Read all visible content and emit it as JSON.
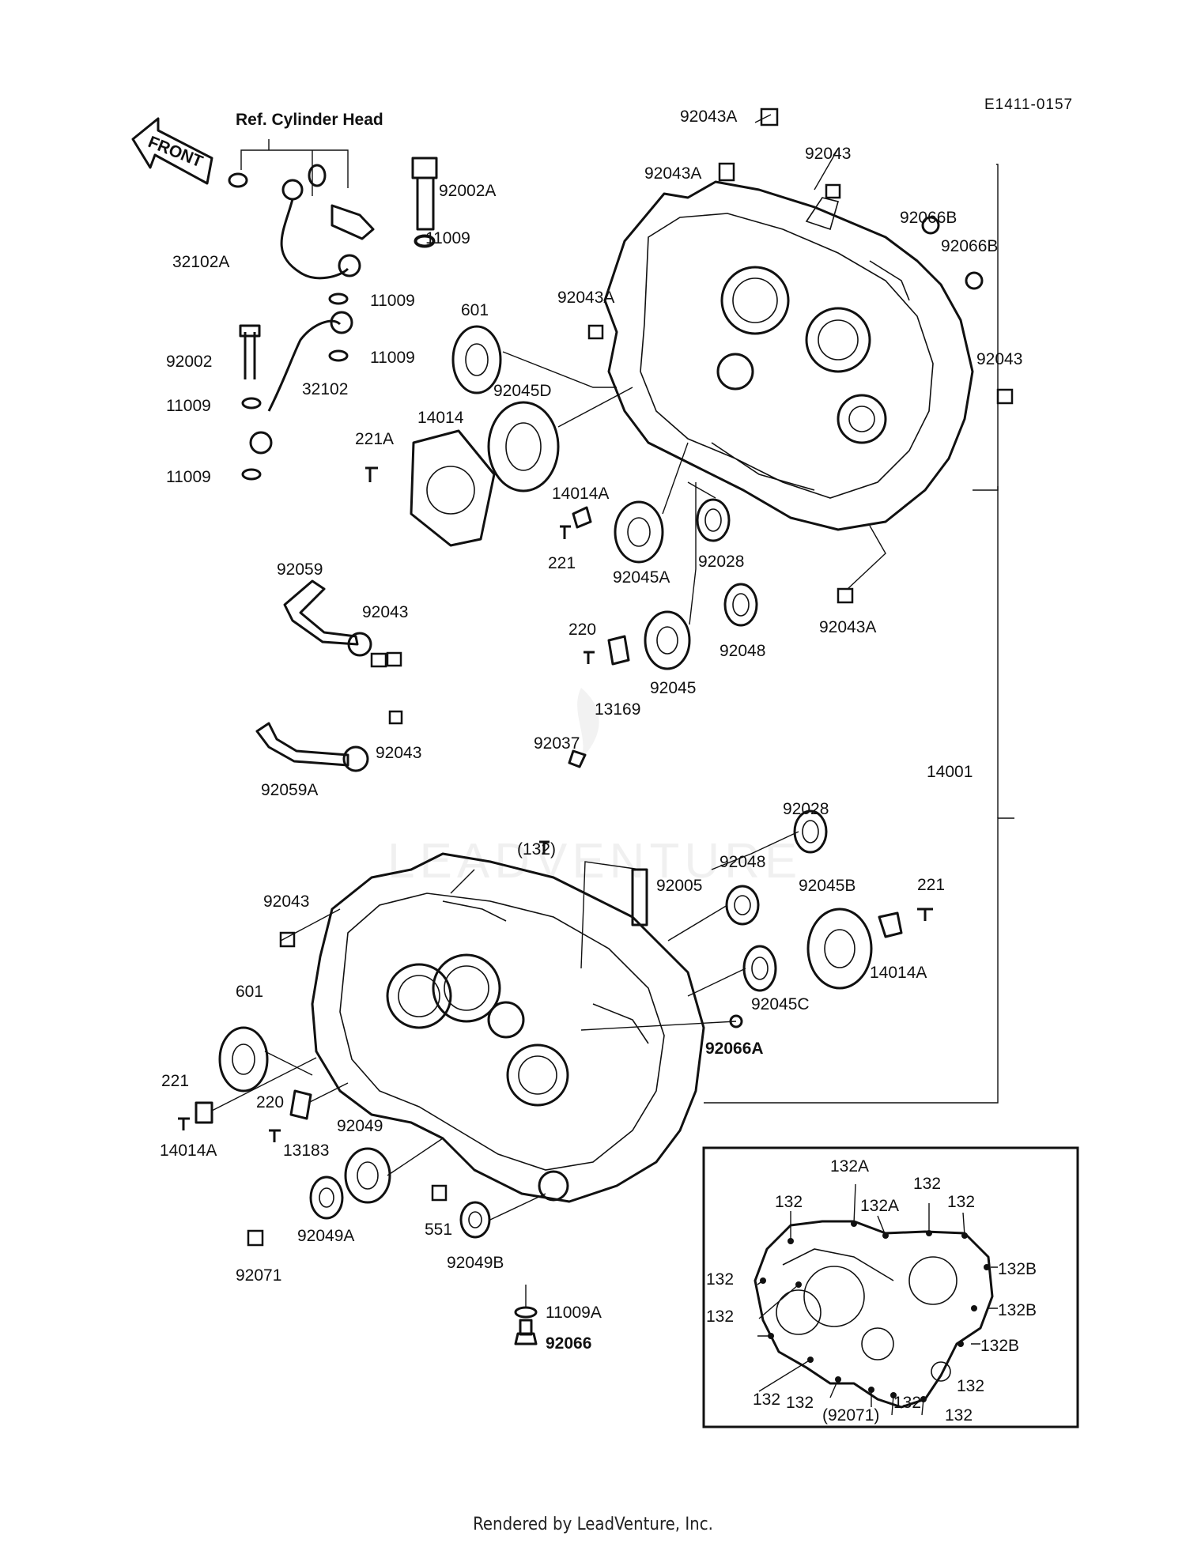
{
  "document_code": "E1411-0157",
  "ref_label": "Ref. Cylinder Head",
  "front_label": "FRONT",
  "footer": "Rendered by LeadVenture, Inc.",
  "watermark": "LEADVENTURE",
  "inset_labels": {
    "l132a_top": "132A",
    "l132_a": "132",
    "l132a_b": "132A",
    "l132_b": "132",
    "l132_c": "132",
    "l132_d": "132",
    "l132b_1": "132B",
    "l132_e": "132",
    "l132b_2": "132B",
    "l132_f": "132",
    "l132b_3": "132B",
    "l132_g": "132",
    "l132_h": "132",
    "l92071p": "(92071)",
    "l132_i": "132",
    "l132_j": "132"
  },
  "labels": {
    "p92043A_top": "92043A",
    "p92043_top": "92043",
    "p92043A_2": "92043A",
    "p92002A": "92002A",
    "p11009_1": "11009",
    "p32102A": "32102A",
    "p11009_2": "11009",
    "p92066B_1": "92066B",
    "p92066B_2": "92066B",
    "p601_top": "601",
    "p92043A_3": "92043A",
    "p92002": "92002",
    "p11009_3": "11009",
    "p32102": "32102",
    "p92043_r": "92043",
    "p11009_4": "11009",
    "p92045D": "92045D",
    "p14014": "14014",
    "p221A": "221A",
    "p11009_5": "11009",
    "p14014A_1": "14014A",
    "p221_1": "221",
    "p92045A": "92045A",
    "p92028_1": "92028",
    "p92059": "92059",
    "p92043_4": "92043",
    "p220_1": "220",
    "p92048_1": "92048",
    "p92043A_4": "92043A",
    "p92045": "92045",
    "p13169": "13169",
    "p92059A": "92059A",
    "p92043_5": "92043",
    "p92037": "92037",
    "p14001": "14001",
    "p132p": "(132)",
    "p92028_2": "92028",
    "p92048_2": "92048",
    "p92005": "92005",
    "p92045B": "92045B",
    "p221_2": "221",
    "p92043_6": "92043",
    "p14014A_2": "14014A",
    "p92045C": "92045C",
    "p601_b": "601",
    "p92066A": "92066A",
    "p221_3": "221",
    "p220_2": "220",
    "p92049": "92049",
    "p14014A_3": "14014A",
    "p13183": "13183",
    "p92049A": "92049A",
    "p551": "551",
    "p92049B": "92049B",
    "p92071": "92071",
    "p11009A": "11009A",
    "p92066": "92066"
  }
}
